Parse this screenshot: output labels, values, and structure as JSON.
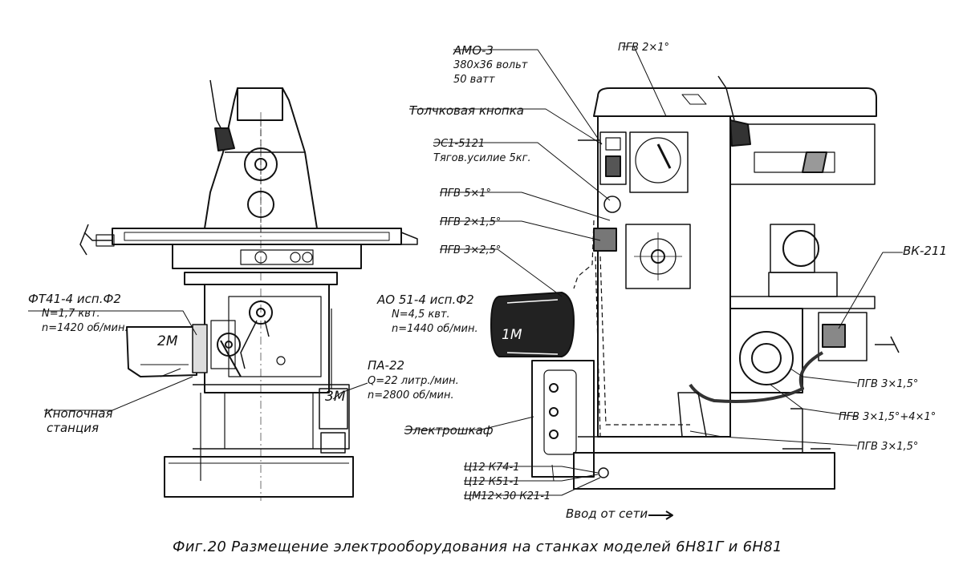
{
  "caption": "Фиг.20  Размещение  электрооборудования  на  станках  моделей  6Н81Г  и  6Н81",
  "left_view": {
    "motor_2m_label": "2М",
    "motor_3m_label": "3М",
    "ft41": {
      "line1": "ФТ41-4  исп.Ф2",
      "line2": "N=1,7 квт.",
      "line3": "n=1420 об/мин."
    },
    "button_station": {
      "line1": "Кнопочная",
      "line2": "станция"
    },
    "pa22": {
      "line1": "ПА-22",
      "line2": "Q=22 литр./мин.",
      "line3": "n=2800 об/мин."
    }
  },
  "right_view": {
    "amo3": {
      "line1": "АМО-3",
      "line2": "380х36 вольт",
      "line3": "50 ватт"
    },
    "pgv_2x1": "ПГВ 2×1°",
    "jog_button": "Толчковая кнопка",
    "esi": {
      "line1": "ЭС1-5121",
      "line2": "Тягов.усилие 5кг."
    },
    "pgv_5x1": "ПГВ 5×1°",
    "pgv_2x15": "ПГВ 2×1,5°",
    "pgv_3x25": "ПГВ 3×2,5°",
    "ao51": {
      "line1": "АО 51-4 исп.Ф2",
      "line2": "N=4,5 квт.",
      "line3": "n=1440 об/мин."
    },
    "motor_1m_label": "1М",
    "cabinet": "Электрошкаф",
    "glands": [
      "Ц12  К74-1",
      "Ц12  К51-1",
      "ЦМ12×30  К21-1"
    ],
    "mains_input": "Ввод от сети",
    "vk211": "ВК-211",
    "pgv_3x15_a": "ПГВ 3×1,5°",
    "pgv_3x15_4x1": "ПГВ 3×1,5°+4×1°",
    "pgv_3x15_b": "ПГВ 3×1,5°"
  }
}
